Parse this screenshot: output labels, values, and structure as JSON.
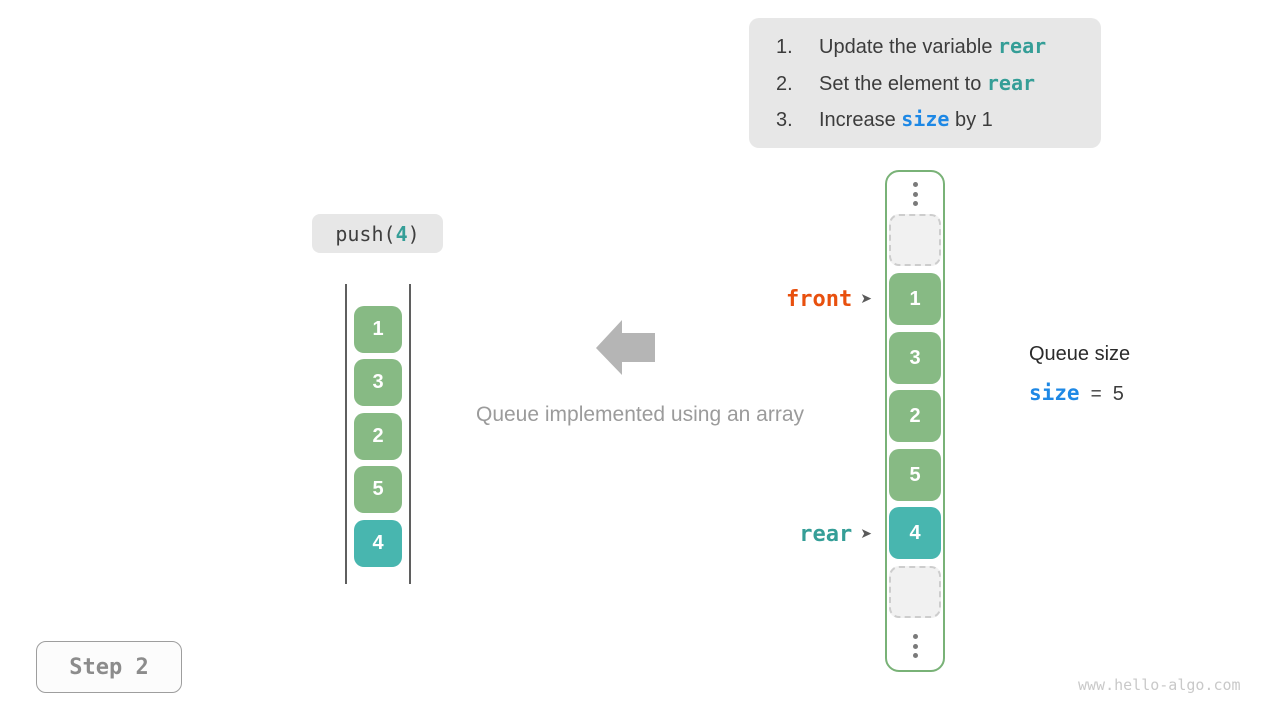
{
  "colors": {
    "green": "#87ba84",
    "teal": "#48b6af",
    "teal-text": "#359e97",
    "orange": "#e8500e",
    "blue": "#1e88e5",
    "box-bg": "#e7e7e7",
    "gray-text": "#9b9b9b"
  },
  "instructions": {
    "items": [
      {
        "num": "1.",
        "pre": "Update the variable ",
        "code": "rear",
        "post": ""
      },
      {
        "num": "2.",
        "pre": "Set the element to ",
        "code": "rear",
        "post": ""
      },
      {
        "num": "3.",
        "pre": "Increase ",
        "code": "size",
        "post": " by 1"
      }
    ]
  },
  "push_label": {
    "fn": "push(",
    "arg": "4",
    "close": ")"
  },
  "left_stack": {
    "values": [
      "1",
      "3",
      "2",
      "5",
      "4"
    ],
    "highlighted_value": "4"
  },
  "array": {
    "values": [
      "1",
      "3",
      "2",
      "5",
      "4"
    ],
    "highlighted_value": "4"
  },
  "pointers": {
    "front": "front",
    "rear": "rear",
    "arrow": "➤"
  },
  "caption": "Queue implemented using an array",
  "queue_size": {
    "title": "Queue size",
    "variable": "size",
    "equals": "=",
    "value": "5"
  },
  "step": {
    "label": "Step 2"
  },
  "watermark": "www.hello-algo.com"
}
